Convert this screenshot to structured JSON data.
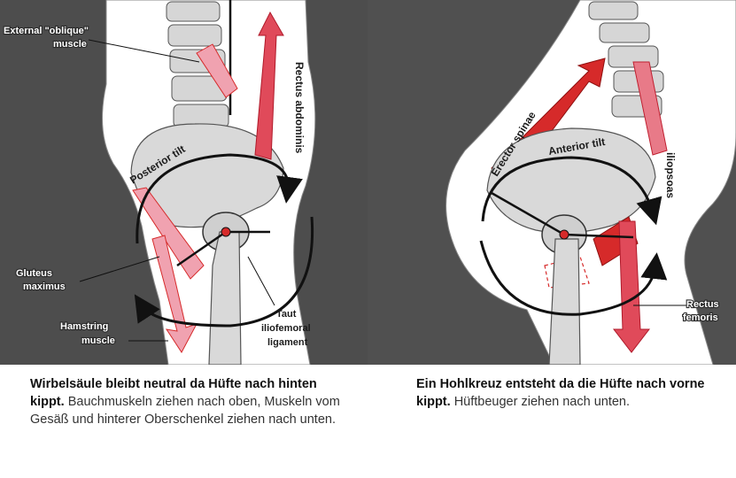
{
  "left_panel": {
    "labels": {
      "external_oblique": "External \"oblique\"",
      "external_oblique_2": "muscle",
      "rectus_abdominis": "Rectus abdominis",
      "posterior_tilt": "Posterior tilt",
      "gluteus": "Gluteus",
      "maximus": "maximus",
      "hamstring": "Hamstring",
      "hamstring_2": "muscle",
      "taut": "Taut",
      "iliofemoral": "iliofemoral",
      "ligament": "ligament"
    },
    "caption_bold": "Wirbelsäule bleibt neutral da Hüfte nach hinten kippt.",
    "caption_text": "Bauchmuskeln ziehen nach oben, Muskeln vom Gesäß und hinterer Oberschenkel ziehen nach unten."
  },
  "right_panel": {
    "labels": {
      "erector_spinae": "Erector spinae",
      "anterior_tilt": "Anterior tilt",
      "iliopsoas": "iliopsoas",
      "rectus": "Rectus",
      "femoris": "femoris"
    },
    "caption_bold": "Ein Hohlkreuz entsteht da die Hüfte nach vorne kippt.",
    "caption_text": "Hüftbeuger ziehen nach unten."
  },
  "colors": {
    "muscle_red": "#d62a2a",
    "muscle_pink": "#f0a2b0",
    "bone": "#d8d8d8",
    "background": "#4d4d4d"
  }
}
